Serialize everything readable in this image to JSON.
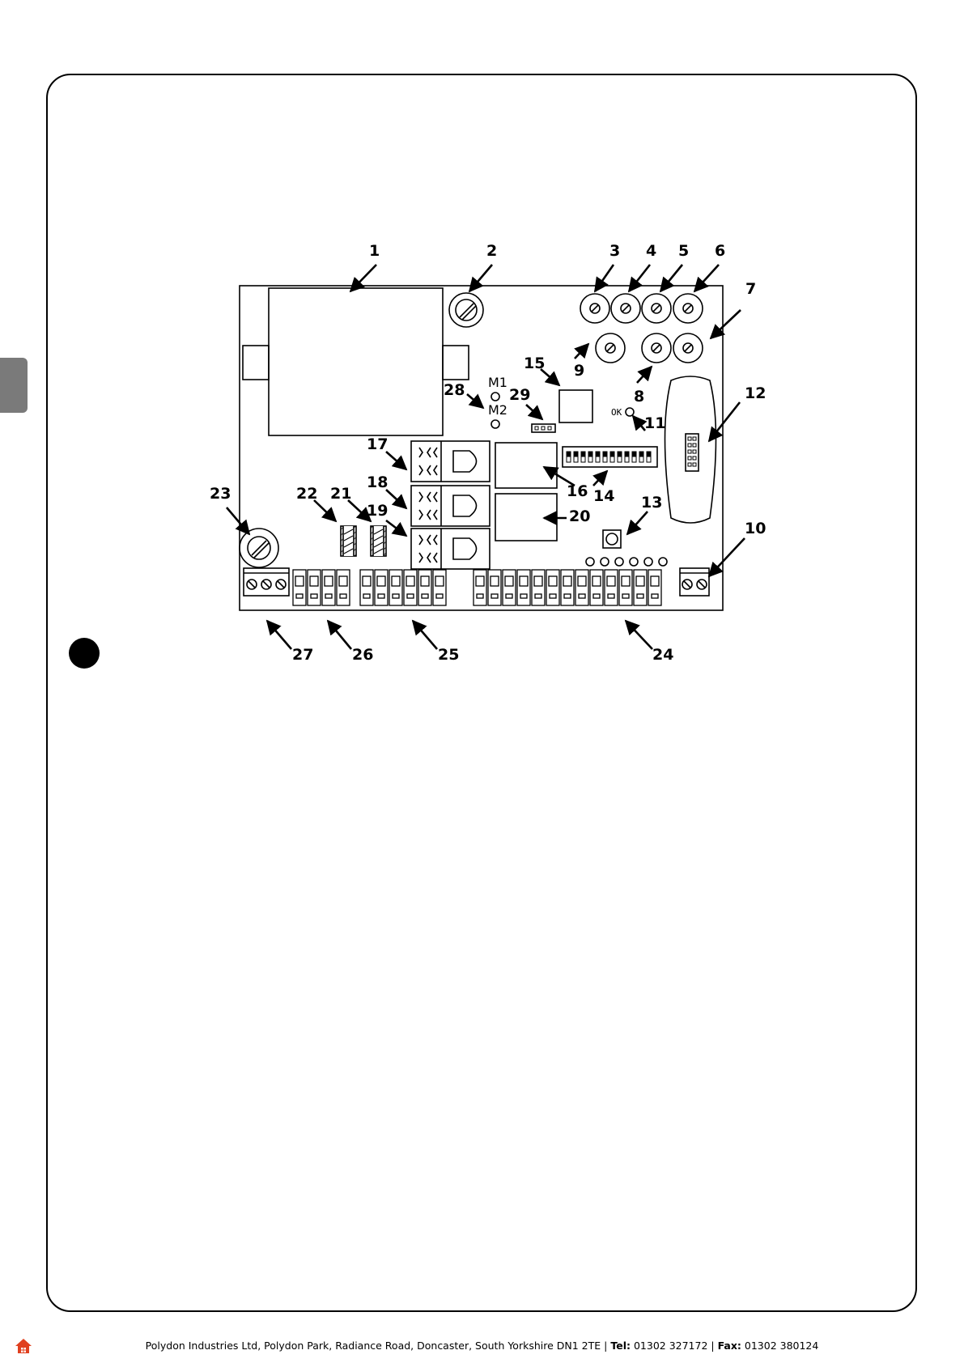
{
  "callouts": [
    "1",
    "2",
    "3",
    "4",
    "5",
    "6",
    "7",
    "8",
    "9",
    "10",
    "11",
    "12",
    "13",
    "14",
    "15",
    "16",
    "17",
    "18",
    "19",
    "20",
    "21",
    "22",
    "23",
    "24",
    "25",
    "26",
    "27",
    "28",
    "29"
  ],
  "board_labels": {
    "m1": "M1",
    "m2": "M2",
    "ok": "OK"
  },
  "footer": {
    "address": "Polydon Industries Ltd, Polydon Park, Radiance Road, Doncaster, South Yorkshire DN1 2TE",
    "sep1": " | ",
    "tel_label": "Tel:",
    "tel": " 01302 327172",
    "sep2": " | ",
    "fax_label": "Fax:",
    "fax": " 01302 380124"
  },
  "colors": {
    "tab": "#7a7a7a",
    "home_icon": "#e0401f"
  },
  "icons": {
    "footer_home": "home-icon"
  }
}
